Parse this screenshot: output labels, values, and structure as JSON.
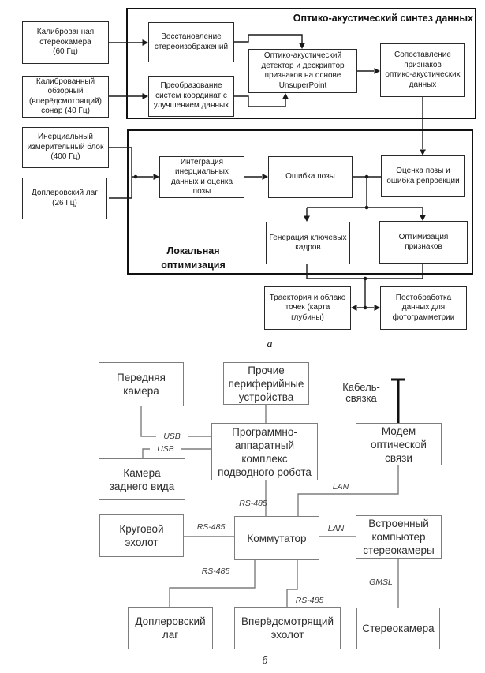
{
  "figure": {
    "part_a_marker": "а",
    "part_b_marker": "б"
  },
  "part_a": {
    "group_titles": {
      "synthesis": "Оптико-акустический синтез данных",
      "local_opt": "Локальная\nоптимизация"
    },
    "boxes": [
      "Калиброванная\nстереокамера\n(60 Гц)",
      "Калиброванный\nобзорный\n(вперёдсмотрящий)\nсонар (40 Гц)",
      "Инерциальный\nизмерительный блок\n(400 Гц)",
      "Доплеровский лаг\n(26 Гц)",
      "Восстановление\nстереоизображений",
      "Преобразование\nсистем координат с\nулучшением данных",
      "Оптико-акустический\nдетектор и дескриптор\nпризнаков на основе\nUnsuperPoint",
      "Сопоставление\nпризнаков\nоптико-акустических\nданных",
      "Интеграция\nинерциальных\nданных и оценка\nпозы",
      "Ошибка позы",
      "Оценка позы и\nошибка репроекции",
      "Генерация ключевых\nкадров",
      "Оптимизация\nпризнаков",
      "Траектория и облако\nточек (карта\nглубины)",
      "Постобработка\nданных для\nфотограмметрии"
    ]
  },
  "part_b": {
    "boxes": [
      "Передняя\nкамера",
      "Прочие\nпериферийные\nустройства",
      "Камера\nзаднего вида",
      "Программно-\nаппаратный\nкомплекс\nподводного робота",
      "Модем\nоптической\nсвязи",
      "Круговой\nэхолот",
      "Коммутатор",
      "Встроенный\nкомпьютер\nстереокамеры",
      "Доплеровский\nлаг",
      "Вперёдсмотрящий\nэхолот",
      "Стереокамера"
    ],
    "bus_labels": {
      "usb_front": "USB",
      "usb_rear": "USB",
      "rs485_complex": "RS-485",
      "rs485_circular": "RS-485",
      "rs485_dvl": "RS-485",
      "rs485_forward": "RS-485",
      "lan_modem": "LAN",
      "lan_camera": "LAN",
      "gmsl": "GMSL",
      "tether": "Кабель-\nсвязка"
    }
  },
  "colors": {
    "part_a_line": "#1a1a1a",
    "part_b_line": "#7d7d7d",
    "background": "#ffffff"
  }
}
